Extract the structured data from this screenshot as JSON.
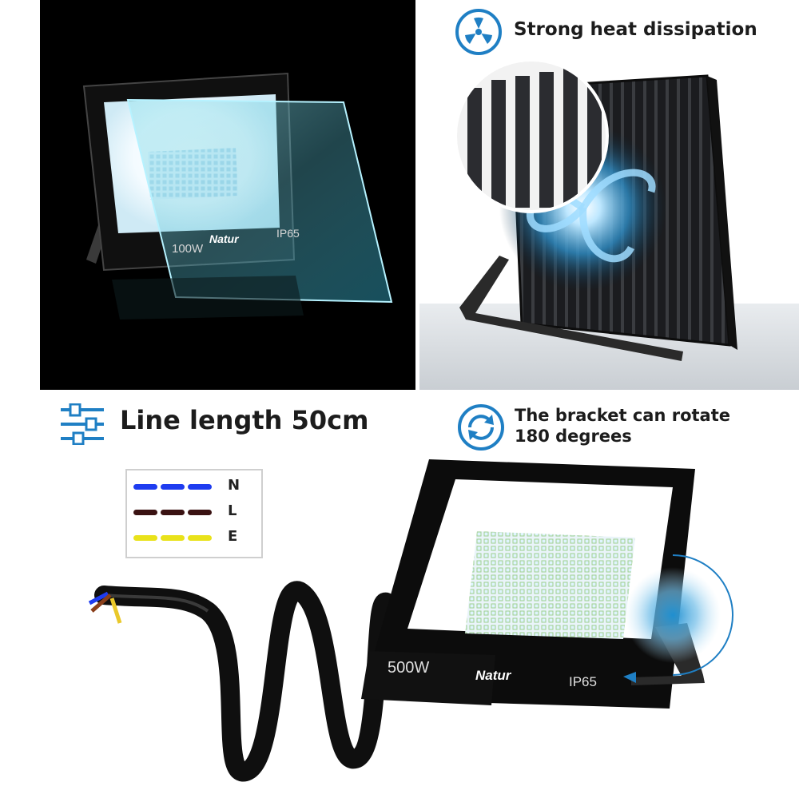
{
  "top_left": {
    "wattage": "100W",
    "brand": "Natur",
    "rating": "IP65"
  },
  "top_right": {
    "feature_title": "Strong heat dissipation",
    "icon": "fan-icon"
  },
  "bottom": {
    "line_title": "Line length 50cm",
    "line_icon": "sliders-icon",
    "rotate_title_line1": "The bracket can rotate",
    "rotate_title_line2": "180 degrees",
    "rotate_icon": "rotate-icon",
    "wire_legend": [
      {
        "label": "N",
        "color": "#1e3cf0"
      },
      {
        "label": "L",
        "color": "#3a1212"
      },
      {
        "label": "E",
        "color": "#e9e21a"
      }
    ],
    "wattage": "500W",
    "brand": "Natur",
    "rating": "IP65"
  },
  "colors": {
    "accent_blue": "#1f7fc4"
  }
}
